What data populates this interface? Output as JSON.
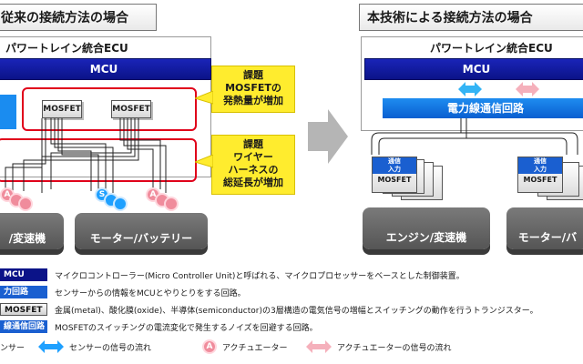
{
  "left_panel": {
    "title": "従来の接続方法の場合",
    "ecu_label": "パワートレイン統合ECU",
    "mcu_label": "MCU",
    "mosfet_labels": [
      "MOSFET",
      "MOSFET"
    ],
    "device_labels": [
      "/変速機",
      "モーター/バッテリー"
    ],
    "sensor_symbol": "S",
    "actuator_symbol": "A"
  },
  "callouts": [
    {
      "lines": [
        "課題",
        "MOSFETの",
        "発熱量が増加"
      ]
    },
    {
      "lines": [
        "課題",
        "ワイヤー",
        "ハーネスの",
        "総延長が増加"
      ]
    }
  ],
  "right_panel": {
    "title": "本技術による接続方法の場合",
    "ecu_label": "パワートレイン統合ECU",
    "mcu_label": "MCU",
    "power_line_label": "電力線通信回路",
    "stack_labels": {
      "top": "通信",
      "mid": "入力",
      "bottom": "MOSFET"
    },
    "device_labels": [
      "エンジン/変速機",
      "モーター/バ"
    ]
  },
  "legend": [
    {
      "chip": "MCU",
      "desc": "マイクロコントローラー(Micro Controller Unit)と呼ばれる、マイクロプロセッサーをベースとした制御装置。"
    },
    {
      "chip": "力回路",
      "desc": "センサーからの情報をMCUとやりとりをする回路。"
    },
    {
      "chip": "MOSFET",
      "desc": "金属(metal)、酸化膜(oxide)、半導体(semiconductor)の3層構造の電気信号の増幅とスイッチングの動作を行うトランジスター。"
    },
    {
      "chip": "線通信回路",
      "desc": "MOSFETのスイッチングの電流変化で発生するノイズを回避する回路。"
    }
  ],
  "legend_bottom": {
    "sensor": "ンサー",
    "sensor_flow": "センサーの信号の流れ",
    "actuator_symbol": "A",
    "actuator": "アクチュエーター",
    "actuator_flow": "アクチュエーターの信号の流れ"
  },
  "colors": {
    "mcu": "#0b1388",
    "power_line": "#1a5fd0",
    "issue_frame": "#e0001a",
    "callout": "#ffec2e",
    "sensor": "#1ea0ff",
    "actuator": "#f08c9c"
  }
}
